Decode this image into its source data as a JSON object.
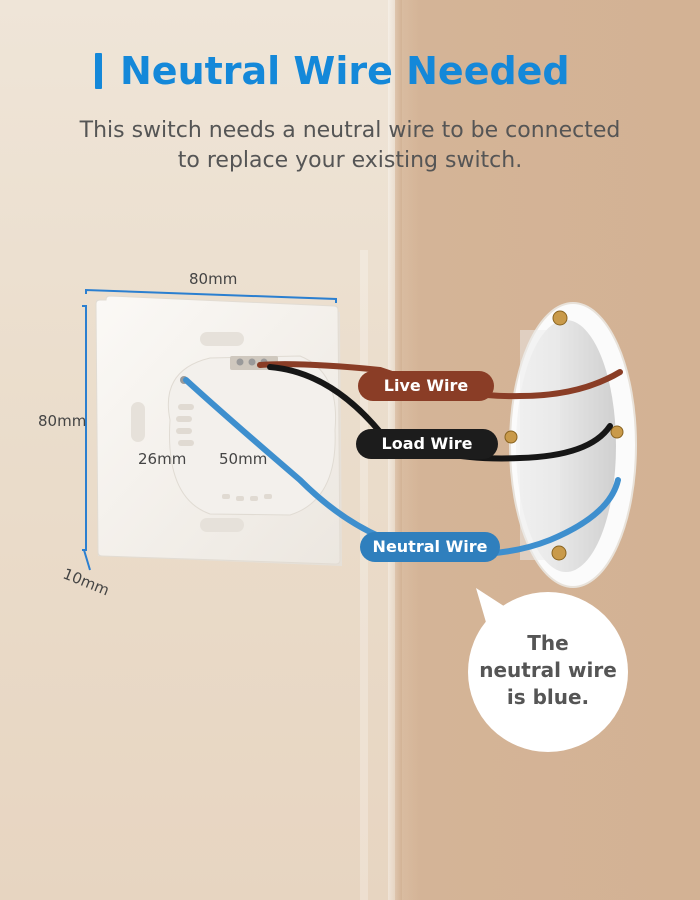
{
  "header": {
    "title": "Neutral Wire Needed",
    "subtitle_line1": "This switch needs a neutral wire to be connected",
    "subtitle_line2": "to replace your existing switch."
  },
  "dimensions": {
    "width": "80mm",
    "height": "80mm",
    "depth": "10mm",
    "inner_depth": "26mm",
    "inner_diameter": "50mm"
  },
  "wires": {
    "live": "Live Wire",
    "load": "Load Wire",
    "neutral": "Neutral Wire"
  },
  "callout": {
    "line1": "The",
    "line2": "neutral wire",
    "line3": "is blue."
  },
  "colors": {
    "accent": "#1488d9",
    "live_wire": "#8a3d26",
    "load_wire": "#1c1c1c",
    "neutral_wire": "#2f7fbd"
  }
}
